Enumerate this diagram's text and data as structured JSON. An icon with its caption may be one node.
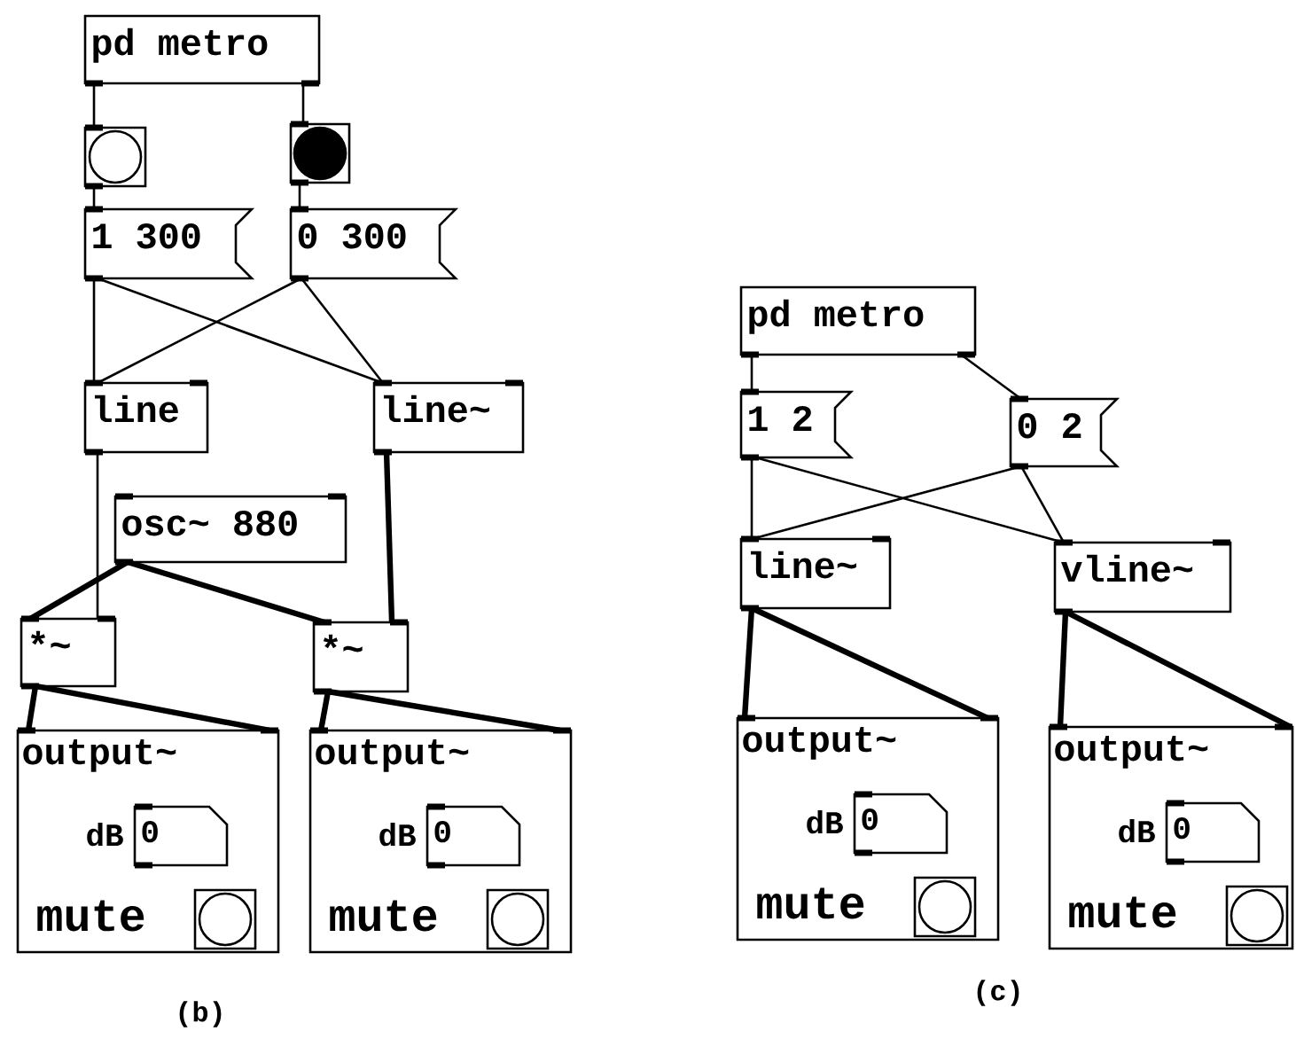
{
  "diagram": {
    "nodes": [
      {
        "text": [
          "pd metro"
        ]
      },
      {
        "text": [],
        "shape": "box"
      },
      {
        "text": [],
        "shape": "box"
      },
      {
        "text": [
          "1 300"
        ]
      },
      {
        "text": [
          "0 300"
        ]
      },
      {
        "text": [
          "line"
        ]
      },
      {
        "text": [
          "line~"
        ]
      },
      {
        "text": [
          "osc~ 880"
        ]
      },
      {
        "text": [
          "*~"
        ]
      },
      {
        "text": [
          "*~"
        ]
      },
      {
        "text": [
          "output~",
          "mute"
        ]
      },
      {
        "text": [
          "0"
        ],
        "beside": [
          "dB"
        ],
        "in": 10
      },
      {
        "text": [],
        "shape": "box",
        "in": 10
      },
      {
        "text": [
          "output~",
          "mute"
        ]
      },
      {
        "text": [
          "0"
        ],
        "beside": [
          "dB"
        ],
        "in": 13
      },
      {
        "text": [],
        "shape": "box",
        "in": 13
      },
      {
        "text": [
          "pd metro"
        ]
      },
      {
        "text": [
          "1 2"
        ]
      },
      {
        "text": [
          "0 2"
        ]
      },
      {
        "text": [
          "line~"
        ]
      },
      {
        "text": [
          "vline~"
        ]
      },
      {
        "text": [
          "output~",
          "mute"
        ]
      },
      {
        "text": [
          "0"
        ],
        "beside": [
          "dB"
        ],
        "in": 21
      },
      {
        "text": [],
        "shape": "box",
        "in": 21
      },
      {
        "text": [
          "output~",
          "mute"
        ]
      },
      {
        "text": [
          "0"
        ],
        "beside": [
          "dB"
        ],
        "in": 24
      },
      {
        "text": [],
        "shape": "box",
        "in": 24
      }
    ],
    "edges": [
      {
        "from": 0,
        "to": 1,
        "arrow": "none"
      },
      {
        "from": 0,
        "to": 2,
        "arrow": "none"
      },
      {
        "from": 1,
        "to": 3,
        "arrow": "none"
      },
      {
        "from": 2,
        "to": 4,
        "arrow": "none"
      },
      {
        "from": 3,
        "to": 5,
        "arrow": "none"
      },
      {
        "from": 3,
        "to": 6,
        "arrow": "none"
      },
      {
        "from": 4,
        "to": 5,
        "arrow": "none"
      },
      {
        "from": 4,
        "to": 6,
        "arrow": "none"
      },
      {
        "from": 5,
        "to": 8,
        "arrow": "none"
      },
      {
        "from": 6,
        "to": 9,
        "arrow": "none",
        "style": "thick"
      },
      {
        "from": 7,
        "to": 8,
        "arrow": "none",
        "style": "thick"
      },
      {
        "from": 7,
        "to": 9,
        "arrow": "none",
        "style": "thick"
      },
      {
        "from": 8,
        "to": 10,
        "arrow": "none",
        "style": "thick"
      },
      {
        "from": 8,
        "to": 10,
        "arrow": "none",
        "style": "thick"
      },
      {
        "from": 9,
        "to": 13,
        "arrow": "none",
        "style": "thick"
      },
      {
        "from": 9,
        "to": 13,
        "arrow": "none",
        "style": "thick"
      },
      {
        "from": 16,
        "to": 17,
        "arrow": "none"
      },
      {
        "from": 16,
        "to": 18,
        "arrow": "none"
      },
      {
        "from": 17,
        "to": 19,
        "arrow": "none"
      },
      {
        "from": 17,
        "to": 20,
        "arrow": "none"
      },
      {
        "from": 18,
        "to": 19,
        "arrow": "none"
      },
      {
        "from": 18,
        "to": 20,
        "arrow": "none"
      },
      {
        "from": 19,
        "to": 21,
        "arrow": "none",
        "style": "thick"
      },
      {
        "from": 19,
        "to": 21,
        "arrow": "none",
        "style": "thick"
      },
      {
        "from": 20,
        "to": 24,
        "arrow": "none",
        "style": "thick"
      },
      {
        "from": 20,
        "to": 24,
        "arrow": "none",
        "style": "thick"
      }
    ],
    "labels": [
      "(b)",
      "(c)"
    ]
  }
}
